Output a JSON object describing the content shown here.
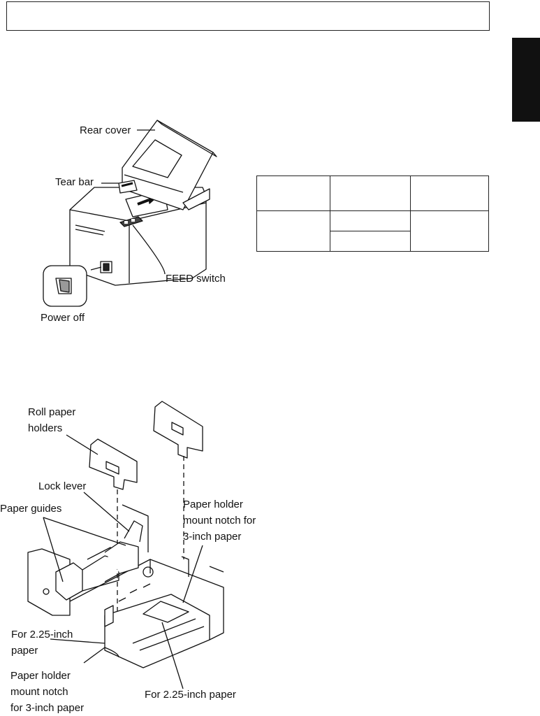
{
  "figure1": {
    "labels": {
      "rear_cover": "Rear cover",
      "tear_bar": "Tear bar",
      "feed_switch": "FEED switch",
      "power_off": "Power off"
    }
  },
  "figure2": {
    "labels": {
      "roll_paper_holders": [
        "Roll paper",
        "holders"
      ],
      "lock_lever": "Lock lever",
      "paper_guides": "Paper guides",
      "notch_3inch_right": [
        "Paper holder",
        "mount notch for",
        "3-inch paper"
      ],
      "for_225_left": [
        "For 2.25-inch",
        "paper"
      ],
      "notch_3inch_left": [
        "Paper holder",
        "mount notch",
        "for 3-inch paper"
      ],
      "for_225_bottom": "For 2.25-inch paper"
    }
  },
  "table": {
    "rows": [
      [
        "",
        "",
        ""
      ],
      [
        "",
        "",
        ""
      ],
      [
        "",
        ""
      ]
    ]
  },
  "colors": {
    "ink": "#111111",
    "tab": "#111111"
  }
}
